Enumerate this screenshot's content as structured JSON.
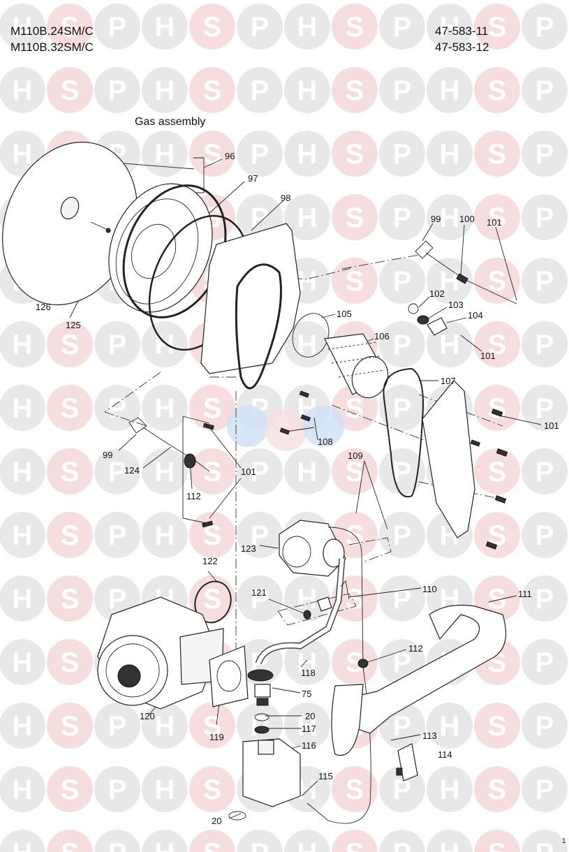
{
  "header": {
    "models": [
      "M110B.24SM/C",
      "M110B.32SM/C"
    ],
    "part_refs": [
      "47-583-11",
      "47-583-12"
    ]
  },
  "diagram": {
    "title": "Gas assembly",
    "callouts": [
      "96",
      "97",
      "98",
      "99",
      "100",
      "101",
      "126",
      "125",
      "102",
      "103",
      "104",
      "101",
      "105",
      "106",
      "101",
      "107",
      "101",
      "99",
      "124",
      "108",
      "112",
      "101",
      "109",
      "123",
      "122",
      "110",
      "111",
      "121",
      "112",
      "118",
      "75",
      "20",
      "117",
      "116",
      "120",
      "119",
      "113",
      "114",
      "115",
      "20"
    ],
    "page_marker": "1"
  },
  "watermark": {
    "letters": [
      "H",
      "S",
      "P"
    ],
    "colors": {
      "grey": "#e8e8e8",
      "red": "#f6dede",
      "blue": "#cfe0f4"
    }
  }
}
